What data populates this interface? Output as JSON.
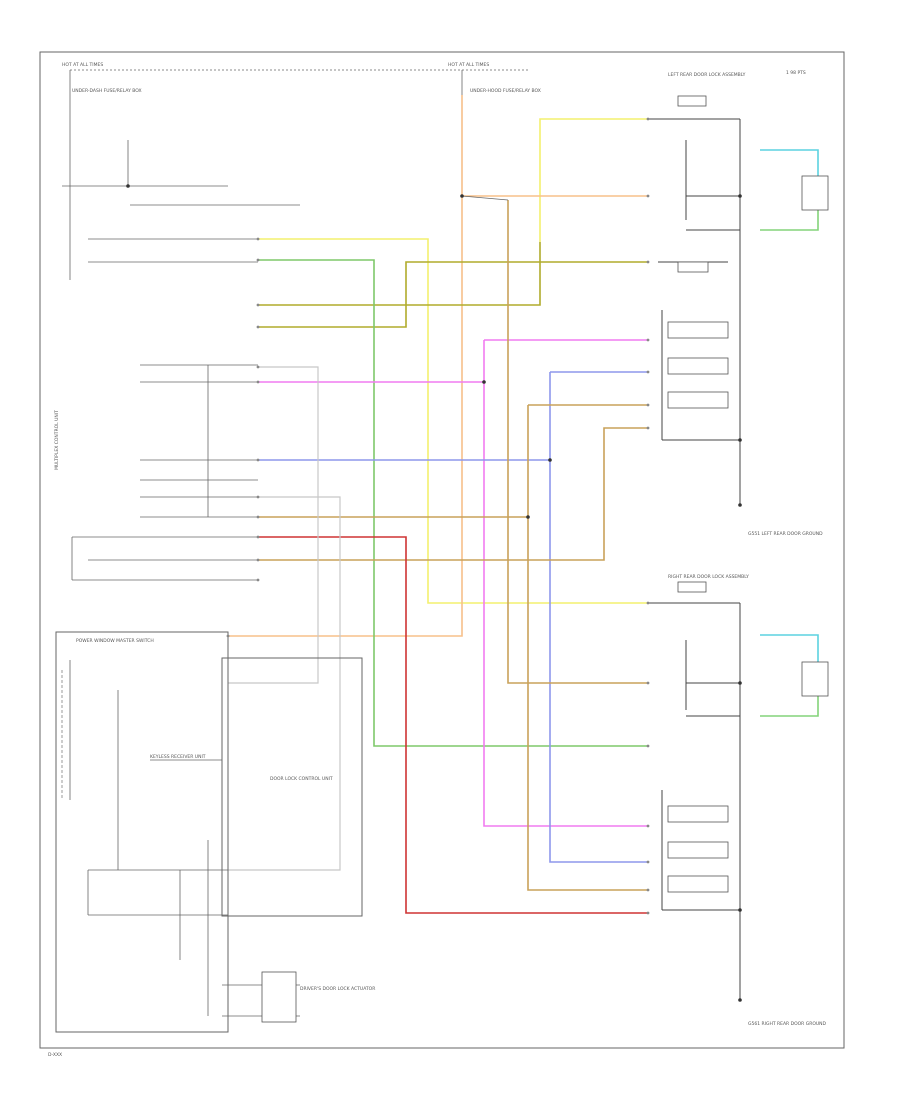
{
  "wire_colors": {
    "yellow": "#f4f06e",
    "orange": "#f7c08a",
    "green": "#7ec86a",
    "olive": "#b1ac2c",
    "magenta": "#f17cf0",
    "blue": "#8e97ec",
    "tan": "#c9a25a",
    "red": "#cf3434",
    "cyan": "#5bd2e0",
    "light_green": "#84d47a",
    "gray": "#c8c8c8",
    "black": "#444444"
  },
  "labels": {
    "ref_code": "1 98 PTS",
    "fuse_box_left": "HOT AT ALL TIMES",
    "fuse_box_center": "HOT AT ALL TIMES",
    "fuse_left_name": "UNDER-DASH FUSE/RELAY BOX",
    "fuse_center_name": "UNDER-HOOD FUSE/RELAY BOX",
    "left_rear_door": "LEFT REAR DOOR LOCK ASSEMBLY",
    "right_rear_door": "RIGHT REAR DOOR LOCK ASSEMBLY",
    "power_window_master": "POWER WINDOW MASTER SWITCH",
    "keyless_receiver": "KEYLESS RECEIVER UNIT",
    "door_lock_control": "DOOR LOCK CONTROL UNIT",
    "vertical_module": "MULTIPLEX CONTROL UNIT",
    "driver_door_lock": "DRIVER'S DOOR LOCK ACTUATOR",
    "left_ground": "G551 LEFT REAR DOOR GROUND",
    "right_ground": "G561 RIGHT REAR DOOR GROUND",
    "bottom_corner": "D-XXX"
  }
}
